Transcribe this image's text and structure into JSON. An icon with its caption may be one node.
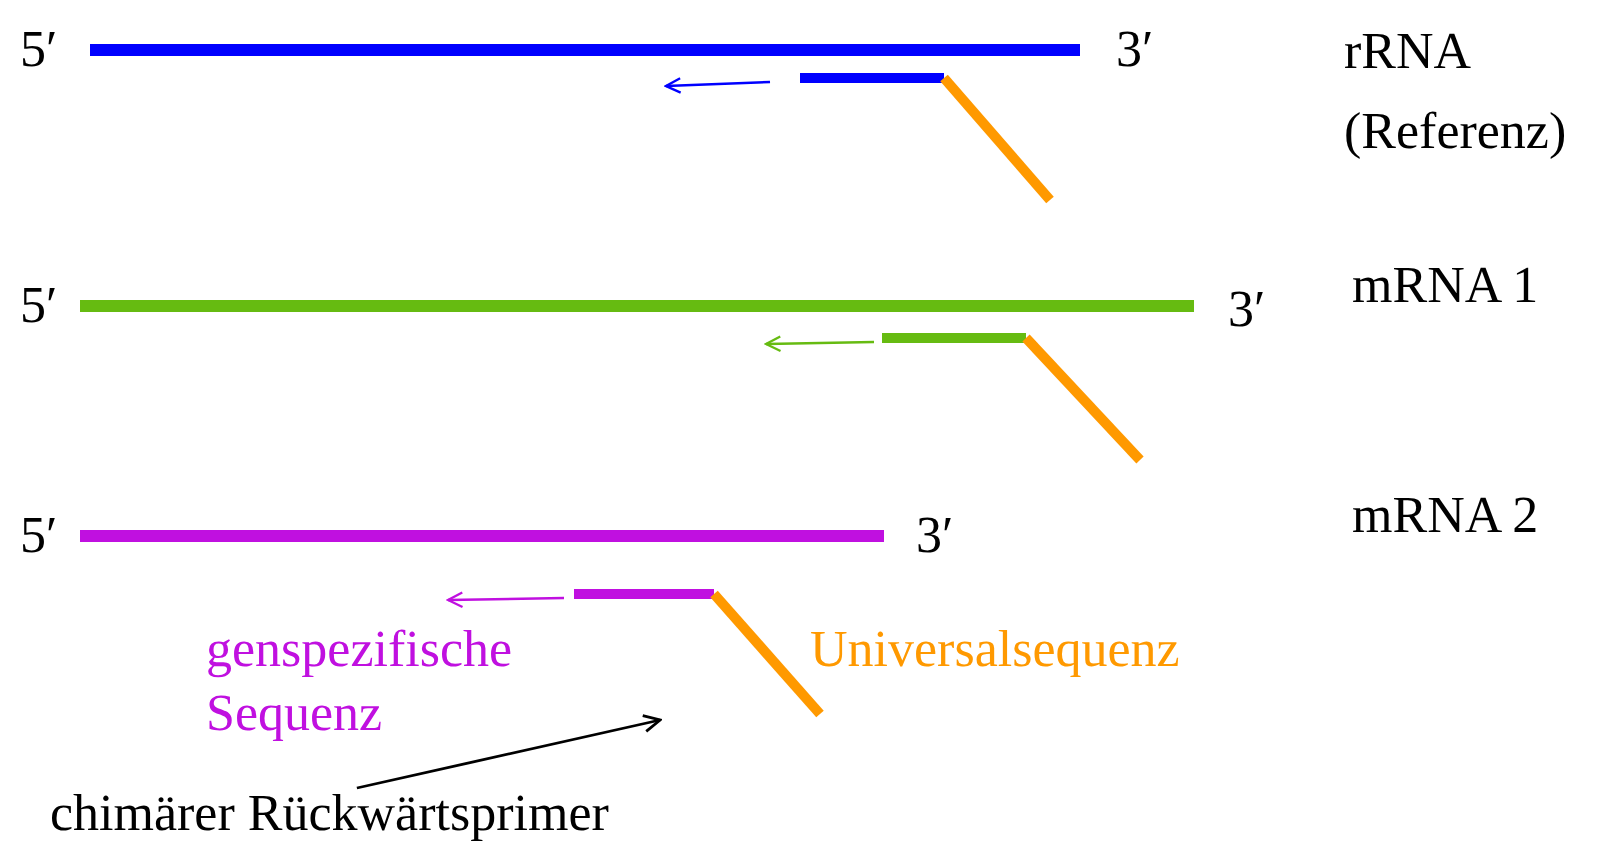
{
  "diagram": {
    "nodes": [
      {
        "text": [
          "chimärer Rückwärtsprimer"
        ]
      },
      {
        "text": [],
        "shape": "bar"
      }
    ],
    "edges": [
      {
        "from": 0,
        "to": 1,
        "arrow": "to"
      }
    ],
    "labels": [
      "5′",
      "3′",
      "rRNA (Referenz)",
      "5′",
      "3′",
      "mRNA 1",
      "5′",
      "3′",
      "mRNA 2",
      "genspezifische Sequenz",
      "Universalsequenz"
    ]
  }
}
